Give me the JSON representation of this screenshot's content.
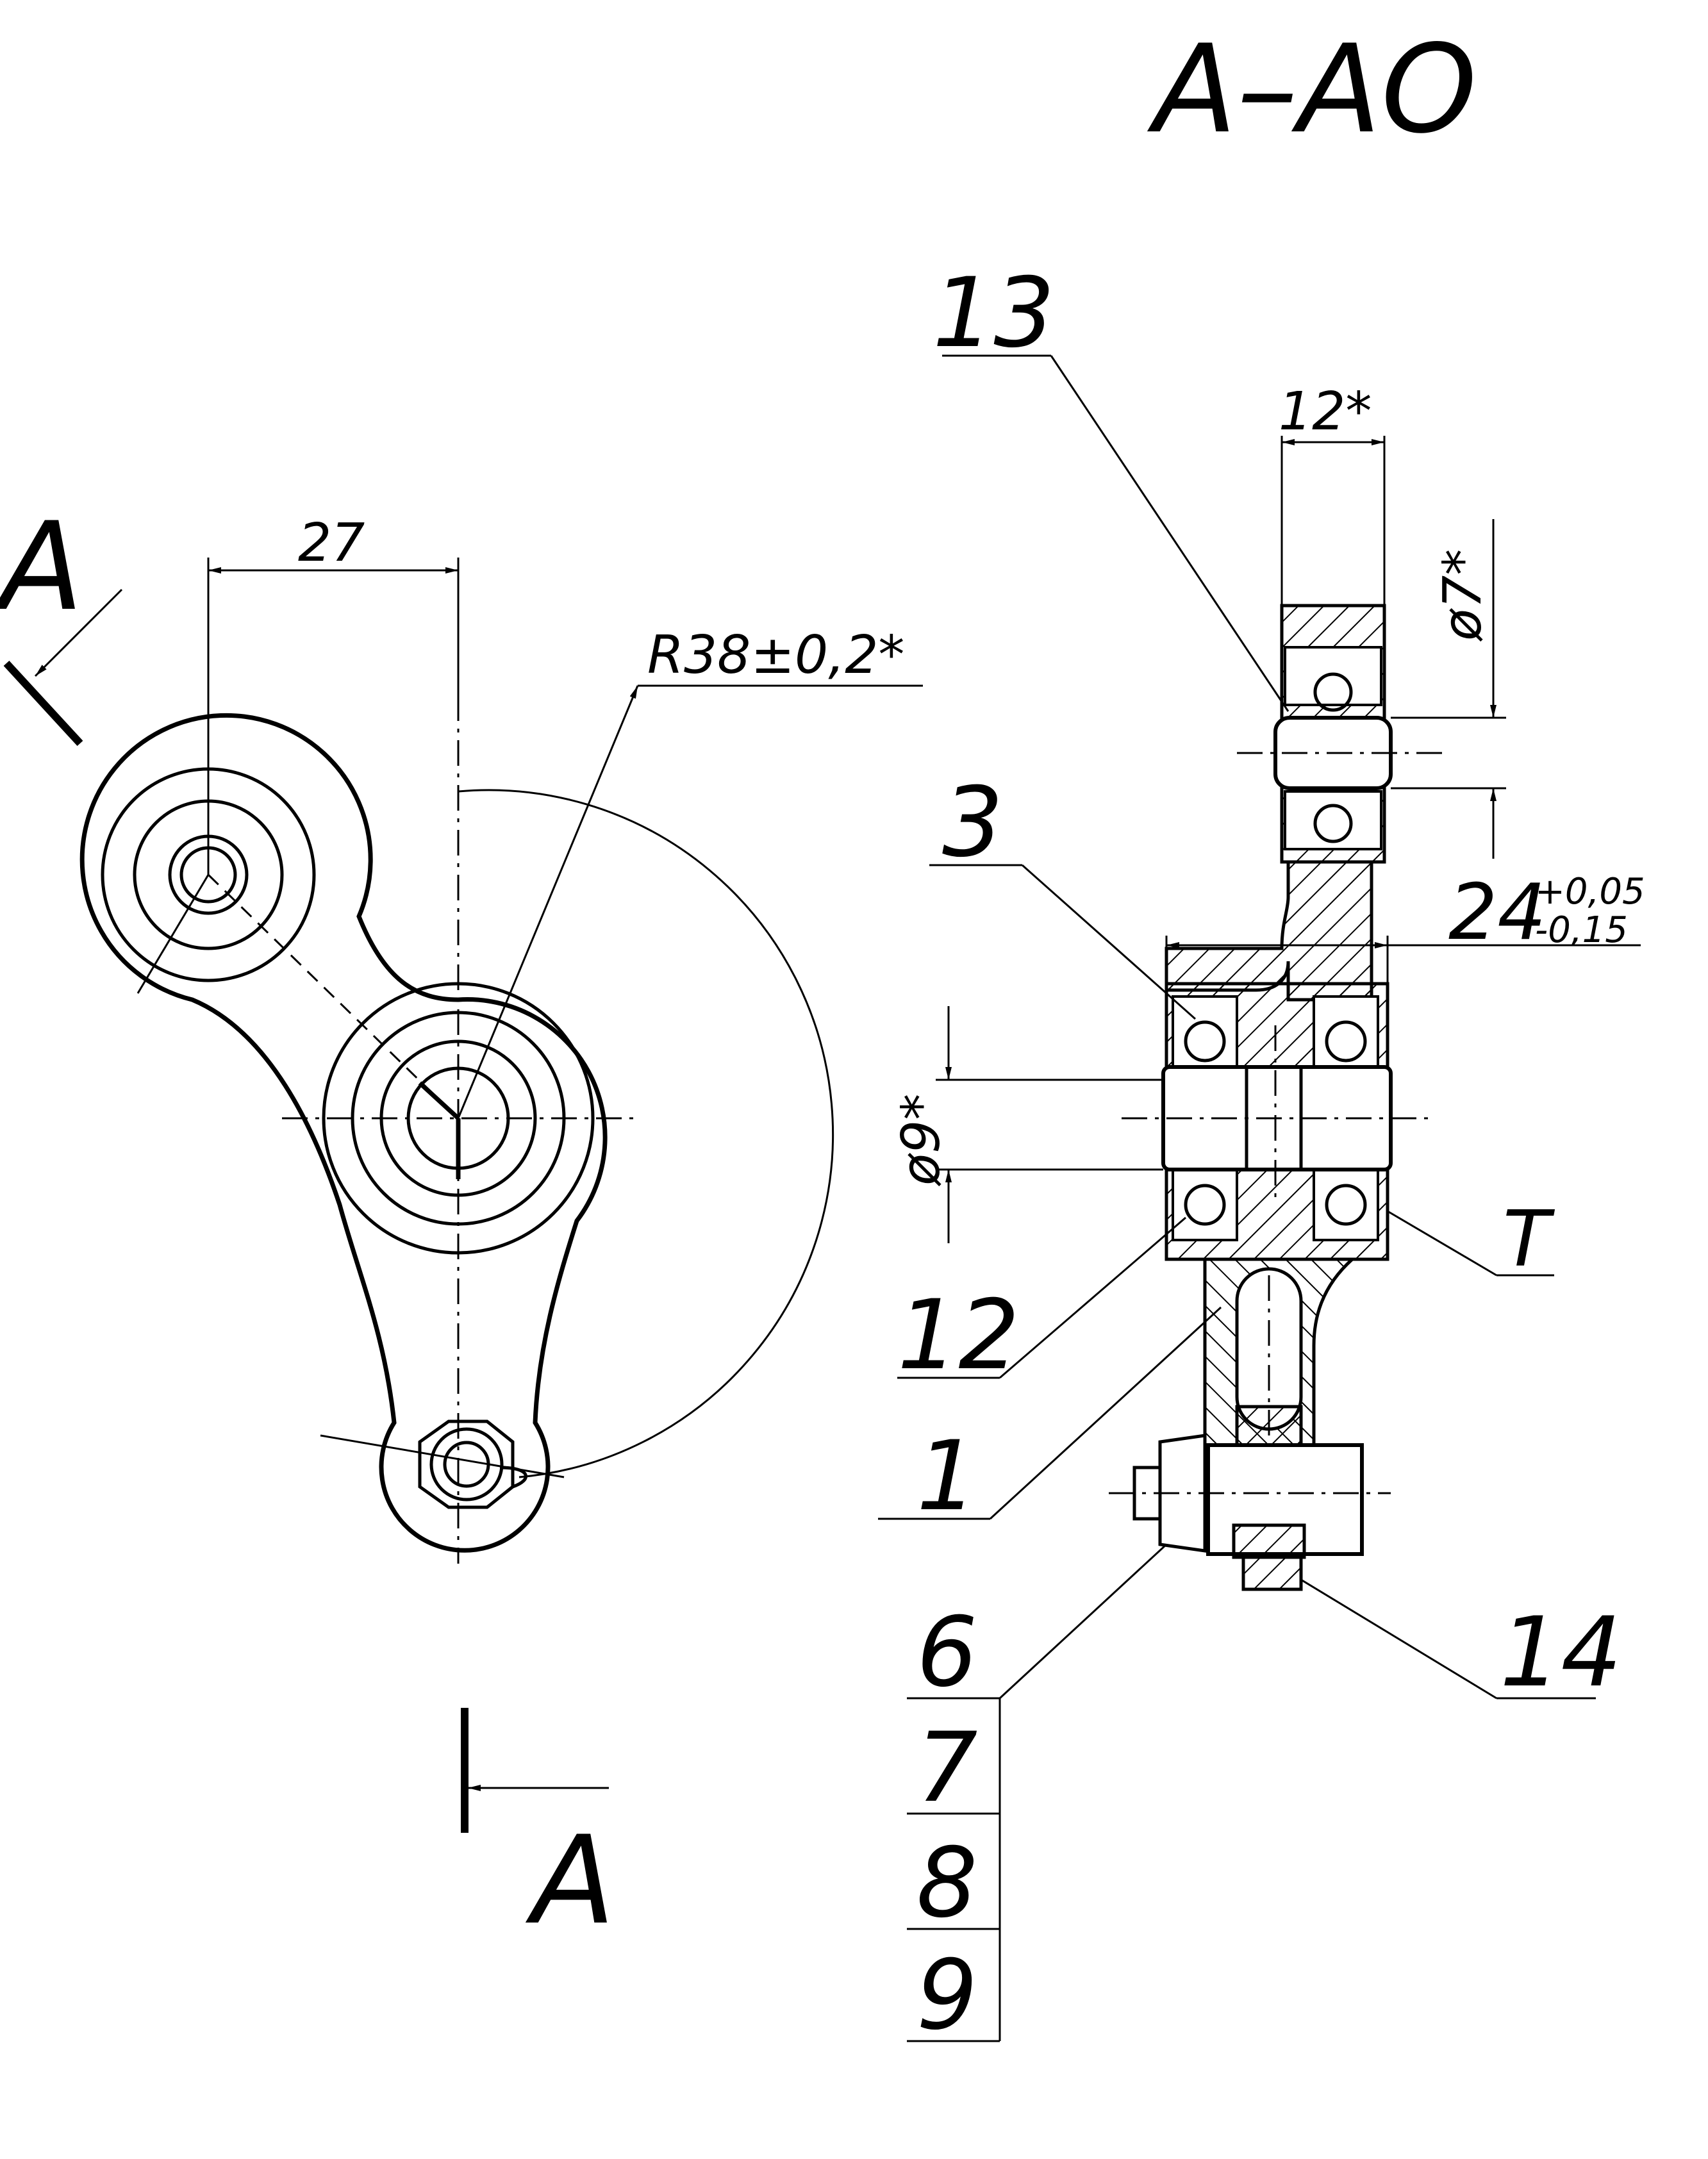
{
  "drawing": {
    "section_title": "A–AO",
    "section_marker_letter": "A",
    "section_marker_letter_bottom": "A",
    "dimensions": {
      "center_distance": "27",
      "radius": "R38±0,2*",
      "width_top": "12*",
      "diameter_top": "ø7*",
      "length_main": "24",
      "length_tol_upper": "+0,05",
      "length_tol_lower": "-0,15",
      "diameter_main": "ø9*"
    },
    "callouts": {
      "c13": "13",
      "c3": "3",
      "c12": "12",
      "c1": "1",
      "cT": "T",
      "c14": "14",
      "c6": "6",
      "c7": "7",
      "c8": "8",
      "c9": "9"
    }
  }
}
